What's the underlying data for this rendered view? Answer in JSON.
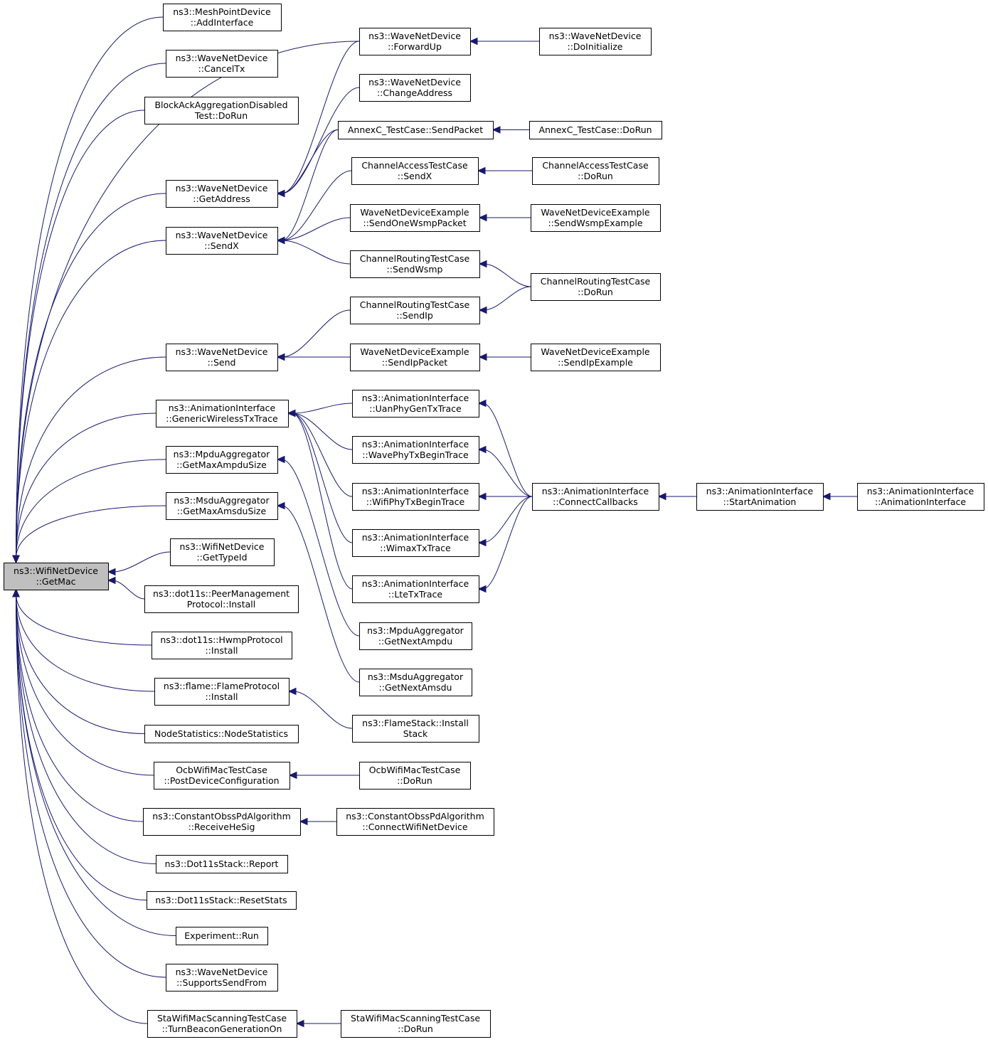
{
  "graph": {
    "colors": {
      "edge": "#191970",
      "root_fill": "#bfbfbf",
      "node_fill": "#ffffff",
      "node_stroke": "#000000"
    },
    "nodes": [
      {
        "id": "getmac",
        "label1": "ns3::WifiNetDevice",
        "label2": "::GetMac"
      },
      {
        "id": "n1",
        "label1": "ns3::MeshPointDevice",
        "label2": "::AddInterface"
      },
      {
        "id": "n2",
        "label1": "ns3::WaveNetDevice",
        "label2": "::CancelTx"
      },
      {
        "id": "n3",
        "label1": "BlockAckAggregationDisabled",
        "label2": "Test::DoRun"
      },
      {
        "id": "n4",
        "label1": "ns3::WaveNetDevice",
        "label2": "::ForwardUp"
      },
      {
        "id": "n5",
        "label1": "ns3::WaveNetDevice",
        "label2": "::DoInitialize"
      },
      {
        "id": "n6",
        "label1": "ns3::WaveNetDevice",
        "label2": "::ChangeAddress"
      },
      {
        "id": "n7",
        "label1": "AnnexC_TestCase::SendPacket",
        "label2": ""
      },
      {
        "id": "n8",
        "label1": "AnnexC_TestCase::DoRun",
        "label2": ""
      },
      {
        "id": "n9",
        "label1": "ns3::WaveNetDevice",
        "label2": "::GetAddress"
      },
      {
        "id": "n10",
        "label1": "ChannelAccessTestCase",
        "label2": "::SendX"
      },
      {
        "id": "n11",
        "label1": "ChannelAccessTestCase",
        "label2": "::DoRun"
      },
      {
        "id": "n12",
        "label1": "WaveNetDeviceExample",
        "label2": "::SendOneWsmpPacket"
      },
      {
        "id": "n13",
        "label1": "WaveNetDeviceExample",
        "label2": "::SendWsmpExample"
      },
      {
        "id": "n14",
        "label1": "ns3::WaveNetDevice",
        "label2": "::SendX"
      },
      {
        "id": "n15",
        "label1": "ChannelRoutingTestCase",
        "label2": "::SendWsmp"
      },
      {
        "id": "n16",
        "label1": "ChannelRoutingTestCase",
        "label2": "::DoRun"
      },
      {
        "id": "n17",
        "label1": "ChannelRoutingTestCase",
        "label2": "::SendIp"
      },
      {
        "id": "n18",
        "label1": "ns3::WaveNetDevice",
        "label2": "::Send"
      },
      {
        "id": "n19",
        "label1": "WaveNetDeviceExample",
        "label2": "::SendIpPacket"
      },
      {
        "id": "n20",
        "label1": "WaveNetDeviceExample",
        "label2": "::SendIpExample"
      },
      {
        "id": "n21",
        "label1": "ns3::AnimationInterface",
        "label2": "::GenericWirelessTxTrace"
      },
      {
        "id": "n22",
        "label1": "ns3::AnimationInterface",
        "label2": "::UanPhyGenTxTrace"
      },
      {
        "id": "n23",
        "label1": "ns3::AnimationInterface",
        "label2": "::WavePhyTxBeginTrace"
      },
      {
        "id": "n24",
        "label1": "ns3::AnimationInterface",
        "label2": "::WifiPhyTxBeginTrace"
      },
      {
        "id": "n25",
        "label1": "ns3::AnimationInterface",
        "label2": "::ConnectCallbacks"
      },
      {
        "id": "n26",
        "label1": "ns3::AnimationInterface",
        "label2": "::StartAnimation"
      },
      {
        "id": "n27",
        "label1": "ns3::AnimationInterface",
        "label2": "::AnimationInterface"
      },
      {
        "id": "n28",
        "label1": "ns3::AnimationInterface",
        "label2": "::WimaxTxTrace"
      },
      {
        "id": "n29",
        "label1": "ns3::AnimationInterface",
        "label2": "::LteTxTrace"
      },
      {
        "id": "n30",
        "label1": "ns3::MpduAggregator",
        "label2": "::GetMaxAmpduSize"
      },
      {
        "id": "n31",
        "label1": "ns3::MsduAggregator",
        "label2": "::GetMaxAmsduSize"
      },
      {
        "id": "n32",
        "label1": "ns3::WifiNetDevice",
        "label2": "::GetTypeId"
      },
      {
        "id": "n33",
        "label1": "ns3::dot11s::PeerManagement",
        "label2": "Protocol::Install"
      },
      {
        "id": "n34",
        "label1": "ns3::dot11s::HwmpProtocol",
        "label2": "::Install"
      },
      {
        "id": "n35",
        "label1": "ns3::MpduAggregator",
        "label2": "::GetNextAmpdu"
      },
      {
        "id": "n36",
        "label1": "ns3::flame::FlameProtocol",
        "label2": "::Install"
      },
      {
        "id": "n37",
        "label1": "ns3::MsduAggregator",
        "label2": "::GetNextAmsdu"
      },
      {
        "id": "n38",
        "label1": "NodeStatistics::NodeStatistics",
        "label2": ""
      },
      {
        "id": "n39",
        "label1": "ns3::FlameStack::Install",
        "label2": "Stack"
      },
      {
        "id": "n40",
        "label1": "OcbWifiMacTestCase",
        "label2": "::PostDeviceConfiguration"
      },
      {
        "id": "n41",
        "label1": "OcbWifiMacTestCase",
        "label2": "::DoRun"
      },
      {
        "id": "n42",
        "label1": "ns3::ConstantObssPdAlgorithm",
        "label2": "::ReceiveHeSig"
      },
      {
        "id": "n43",
        "label1": "ns3::ConstantObssPdAlgorithm",
        "label2": "::ConnectWifiNetDevice"
      },
      {
        "id": "n44",
        "label1": "ns3::Dot11sStack::Report",
        "label2": ""
      },
      {
        "id": "n45",
        "label1": "ns3::Dot11sStack::ResetStats",
        "label2": ""
      },
      {
        "id": "n46",
        "label1": "Experiment::Run",
        "label2": ""
      },
      {
        "id": "n47",
        "label1": "ns3::WaveNetDevice",
        "label2": "::SupportsSendFrom"
      },
      {
        "id": "n48",
        "label1": "StaWifiMacScanningTestCase",
        "label2": "::TurnBeaconGenerationOn"
      },
      {
        "id": "n49",
        "label1": "StaWifiMacScanningTestCase",
        "label2": "::DoRun"
      }
    ],
    "edges": [
      [
        "n1",
        "getmac"
      ],
      [
        "n2",
        "getmac"
      ],
      [
        "n3",
        "getmac"
      ],
      [
        "n4",
        "getmac"
      ],
      [
        "n9",
        "getmac"
      ],
      [
        "n14",
        "getmac"
      ],
      [
        "n18",
        "getmac"
      ],
      [
        "n21",
        "getmac"
      ],
      [
        "n30",
        "getmac"
      ],
      [
        "n31",
        "getmac"
      ],
      [
        "n32",
        "getmac"
      ],
      [
        "n33",
        "getmac"
      ],
      [
        "n34",
        "getmac"
      ],
      [
        "n36",
        "getmac"
      ],
      [
        "n38",
        "getmac"
      ],
      [
        "n40",
        "getmac"
      ],
      [
        "n42",
        "getmac"
      ],
      [
        "n44",
        "getmac"
      ],
      [
        "n45",
        "getmac"
      ],
      [
        "n46",
        "getmac"
      ],
      [
        "n47",
        "getmac"
      ],
      [
        "n48",
        "getmac"
      ],
      [
        "n5",
        "n4"
      ],
      [
        "n8",
        "n7"
      ],
      [
        "n11",
        "n10"
      ],
      [
        "n13",
        "n12"
      ],
      [
        "n16",
        "n15"
      ],
      [
        "n16",
        "n17"
      ],
      [
        "n20",
        "n19"
      ],
      [
        "n4",
        "n9"
      ],
      [
        "n6",
        "n9"
      ],
      [
        "n7",
        "n9"
      ],
      [
        "n7",
        "n14"
      ],
      [
        "n10",
        "n14"
      ],
      [
        "n12",
        "n14"
      ],
      [
        "n15",
        "n14"
      ],
      [
        "n17",
        "n18"
      ],
      [
        "n19",
        "n18"
      ],
      [
        "n22",
        "n21"
      ],
      [
        "n23",
        "n21"
      ],
      [
        "n24",
        "n21"
      ],
      [
        "n28",
        "n21"
      ],
      [
        "n29",
        "n21"
      ],
      [
        "n25",
        "n22"
      ],
      [
        "n25",
        "n23"
      ],
      [
        "n25",
        "n24"
      ],
      [
        "n25",
        "n28"
      ],
      [
        "n25",
        "n29"
      ],
      [
        "n26",
        "n25"
      ],
      [
        "n27",
        "n26"
      ],
      [
        "n35",
        "n30"
      ],
      [
        "n37",
        "n31"
      ],
      [
        "n39",
        "n36"
      ],
      [
        "n41",
        "n40"
      ],
      [
        "n43",
        "n42"
      ],
      [
        "n49",
        "n48"
      ]
    ]
  }
}
